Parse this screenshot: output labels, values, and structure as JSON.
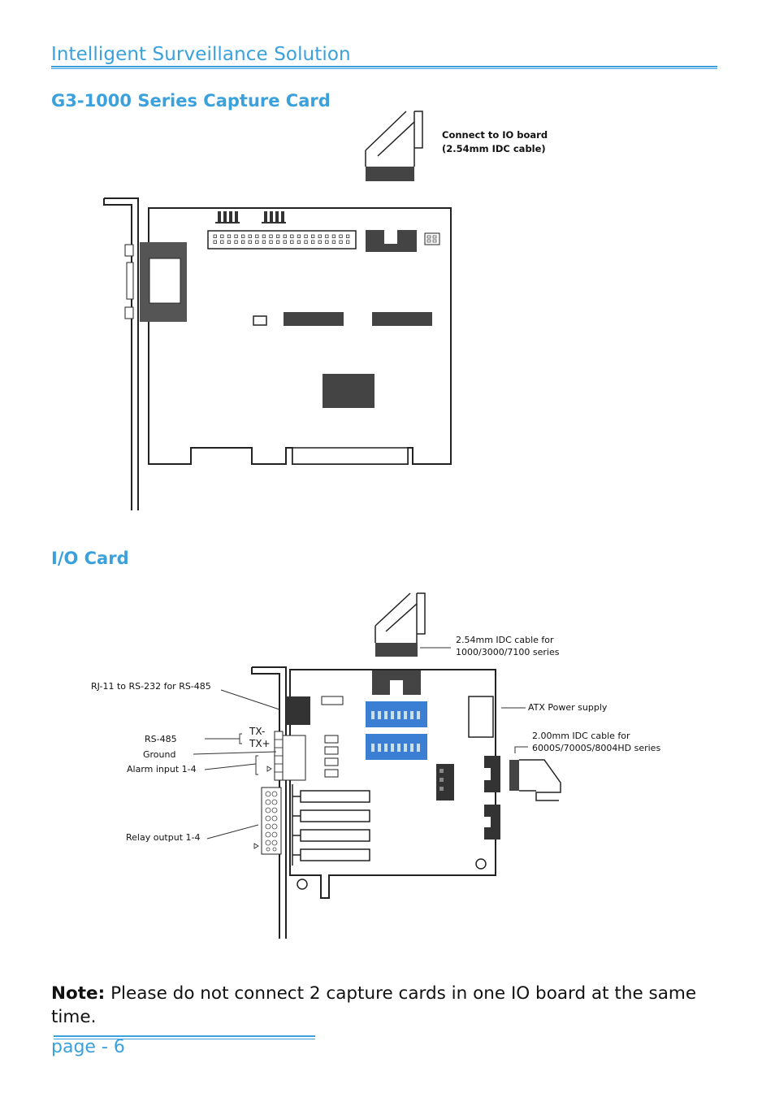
{
  "header": {
    "title": "Intelligent Surveillance Solution"
  },
  "capture_section": {
    "title": "G3-1000 Series Capture Card",
    "callout_line1": "Connect to IO board",
    "callout_line2": "(2.54mm IDC cable)"
  },
  "io_section": {
    "title": "I/O Card",
    "labels": {
      "idc_254_line1": "2.54mm IDC cable for",
      "idc_254_line2": "1000/3000/7100 series",
      "rj11": "RJ-11 to RS-232 for RS-485",
      "atx": "ATX Power supply",
      "idc_200_line1": "2.00mm IDC cable for",
      "idc_200_line2": "6000S/7000S/8004HD series",
      "txm": "TX-",
      "txp": "TX+",
      "rs485": "RS-485",
      "ground": "Ground",
      "alarm": "Alarm input 1-4",
      "relay": "Relay output 1-4"
    }
  },
  "note": {
    "label": "Note:",
    "text": " Please do not connect 2 capture cards in one IO board at the same time."
  },
  "footer": {
    "page": "page - 6"
  },
  "colors": {
    "accent": "#3aa1dc",
    "dip_blue": "#3b7fd4"
  }
}
